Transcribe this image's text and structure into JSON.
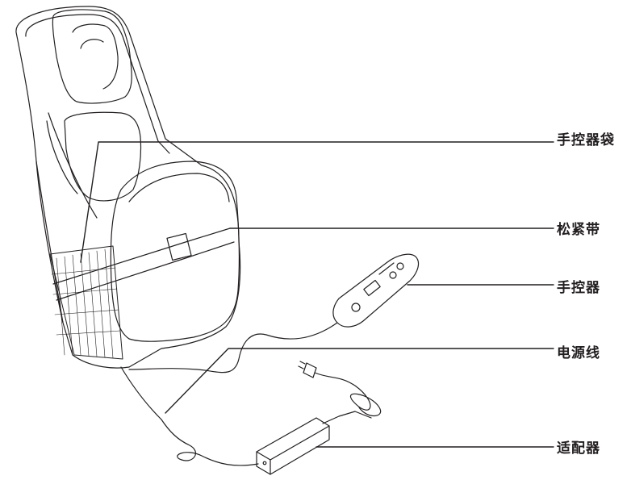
{
  "labels": {
    "controller_pocket": "手控器袋",
    "strap": "松紧带",
    "controller": "手控器",
    "power_cord": "电源线",
    "adapter": "适配器"
  },
  "colors": {
    "line": "#231f20",
    "background": "#ffffff"
  }
}
